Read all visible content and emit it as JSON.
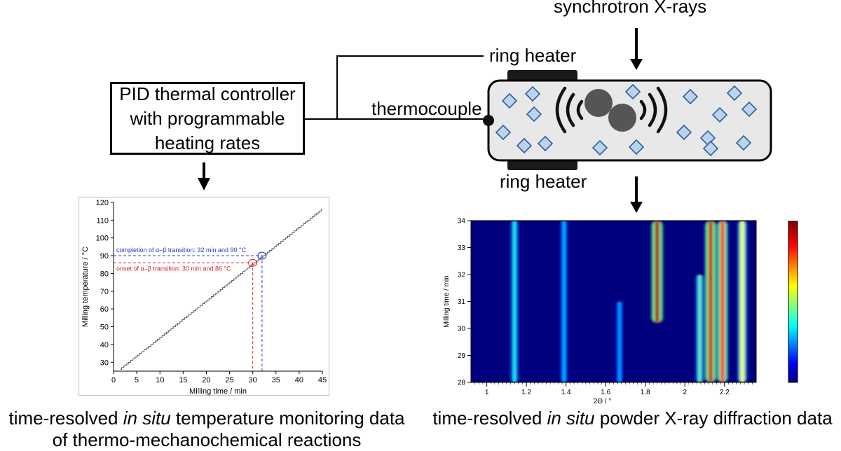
{
  "diagram": {
    "xray_label": "synchrotron X-rays",
    "ring_heater_top": "ring heater",
    "ring_heater_bottom": "ring heater",
    "thermocouple_label": "thermocouple",
    "pid_lines": [
      "PID thermal controller",
      "with programmable",
      "heating rates"
    ],
    "caption_left": {
      "pre": "time-resolved ",
      "italic": "in situ",
      "post": " temperature monitoring data",
      "line2": "of thermo-mechanochemical reactions"
    },
    "caption_right": {
      "pre": "time-resolved ",
      "italic": "in situ",
      "post": " powder X-ray diffraction data"
    },
    "colors": {
      "vessel_fill": "#e8e8e8",
      "crystal_fill": "#bcd3ee",
      "crystal_stroke": "#2f5f9b",
      "ball_fill": "#555555"
    },
    "icons": [
      "arrow-down-icon",
      "sound-wave-icon",
      "milling-ball-icon",
      "crystal-icon"
    ]
  },
  "chart_data": [
    {
      "type": "line",
      "xlabel": "Milling time / min",
      "ylabel": "Milling temperature / °C",
      "xlim": [
        0,
        45
      ],
      "ylim": [
        25,
        120
      ],
      "xticks": [
        0,
        5,
        10,
        15,
        20,
        25,
        30,
        35,
        40,
        45
      ],
      "yticks": [
        30,
        40,
        50,
        60,
        70,
        80,
        90,
        100,
        110,
        120
      ],
      "series": [
        {
          "x": [
            1.5,
            45
          ],
          "y": [
            26,
            116
          ]
        }
      ],
      "annotations": [
        {
          "text": "completion of α–β transition: 32 min and 90 °C",
          "x": 32,
          "y": 90,
          "color": "#2233cc"
        },
        {
          "text": "onset of α–β transition: 30 min and 86 °C",
          "x": 30,
          "y": 86,
          "color": "#dd2222"
        }
      ],
      "grid": false
    },
    {
      "type": "heatmap",
      "xlabel": "2Θ / °",
      "ylabel": "Milling time / min",
      "xlim": [
        0.92,
        2.36
      ],
      "ylim": [
        28,
        34
      ],
      "xticks": [
        1,
        1.2,
        1.4,
        1.6,
        1.8,
        2,
        2.2
      ],
      "xtick_labels": [
        "1",
        "1.2",
        "1.4",
        "1.6",
        "1.8",
        "2",
        "2.2"
      ],
      "yticks": [
        28,
        29,
        30,
        31,
        32,
        33,
        34
      ],
      "colormap": "jet",
      "peaks": [
        {
          "x": 1.14,
          "intensity": 0.38,
          "t_start": 28,
          "t_end": 34
        },
        {
          "x": 1.39,
          "intensity": 0.3,
          "t_start": 28,
          "t_end": 34
        },
        {
          "x": 1.67,
          "intensity": 0.28,
          "t_start": 28,
          "t_end": 31
        },
        {
          "x": 1.86,
          "intensity": 0.95,
          "t_start": 30.2,
          "t_end": 34
        },
        {
          "x": 2.075,
          "intensity": 0.45,
          "t_start": 28,
          "t_end": 32
        },
        {
          "x": 2.13,
          "intensity": 0.92,
          "t_start": 28,
          "t_end": 34
        },
        {
          "x": 2.19,
          "intensity": 0.82,
          "t_start": 28,
          "t_end": 34
        },
        {
          "x": 2.29,
          "intensity": 0.6,
          "t_start": 28,
          "t_end": 34
        }
      ]
    }
  ]
}
